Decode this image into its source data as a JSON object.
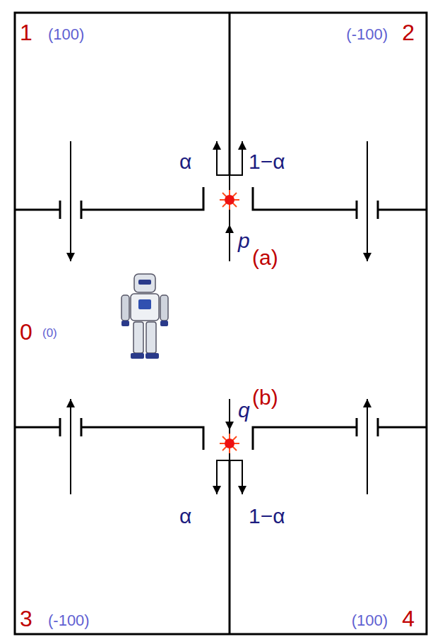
{
  "diagram": {
    "nodes": [
      {
        "text": [
          "1",
          "(100)"
        ]
      },
      {
        "text": [
          "(-100)",
          "2"
        ]
      },
      {
        "text": [
          "0",
          "(0)"
        ]
      },
      {
        "text": [
          "3",
          "(-100)"
        ]
      },
      {
        "text": [
          "(100)",
          "4"
        ]
      }
    ],
    "edges": [
      {
        "from": 0,
        "to": 2,
        "arrow": "to"
      },
      {
        "from": 1,
        "to": 2,
        "arrow": "to"
      },
      {
        "from": 3,
        "to": 2,
        "arrow": "to"
      },
      {
        "from": 4,
        "to": 2,
        "arrow": "to"
      },
      {
        "from": 2,
        "to": 0,
        "label": "α",
        "arrow": "to"
      },
      {
        "from": 2,
        "to": 1,
        "label": "1−α",
        "arrow": "to"
      },
      {
        "from": 2,
        "to": 3,
        "label": "α",
        "arrow": "to"
      },
      {
        "from": 2,
        "to": 4,
        "label": "1−α",
        "arrow": "to"
      }
    ],
    "labels": [
      "p",
      "(a)",
      "q",
      "(b)"
    ]
  }
}
